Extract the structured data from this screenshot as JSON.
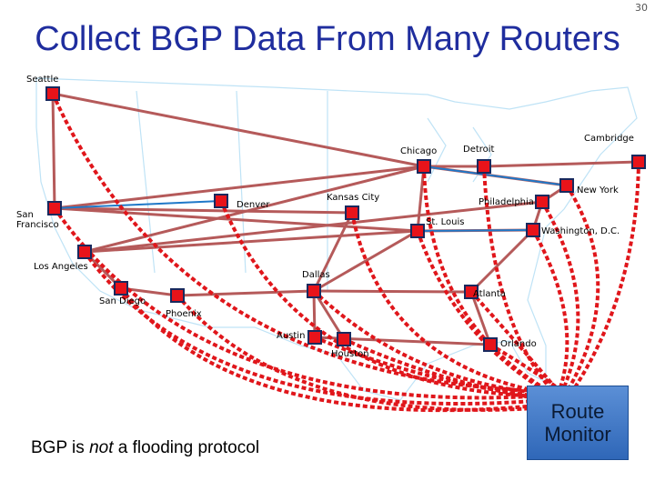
{
  "slide": {
    "number": "30",
    "title": "Collect BGP Data From Many Routers"
  },
  "colors": {
    "backbone": "#b55a5a",
    "monitor_link": "#e0161b",
    "router": "#e8131a",
    "router_border": "#18295e",
    "blue_link": "#1f78c8",
    "map_water": "#bfe3f6"
  },
  "cities": {
    "seattle": "Seattle",
    "chicago": "Chicago",
    "detroit": "Detroit",
    "cambridge": "Cambridge",
    "new_york": "New York",
    "philadelphia": "Philadelphia",
    "denver": "Denver",
    "kansas_city": "Kansas City",
    "san_francisco": "San\nFrancisco",
    "st_louis": "St. Louis",
    "washington": "Washington, D.C.",
    "los_angeles": "Los Angeles",
    "dallas": "Dallas",
    "san_diego": "San Diego",
    "phoenix": "Phoenix",
    "atlanta": "Atlanta",
    "austin": "Austin",
    "orlando": "Orlando",
    "houston": "Houston"
  },
  "monitor": {
    "label": "Route\nMonitor"
  },
  "footnote": {
    "prefix": "BGP is ",
    "emphasis": "not",
    "suffix": " a flooding protocol"
  }
}
